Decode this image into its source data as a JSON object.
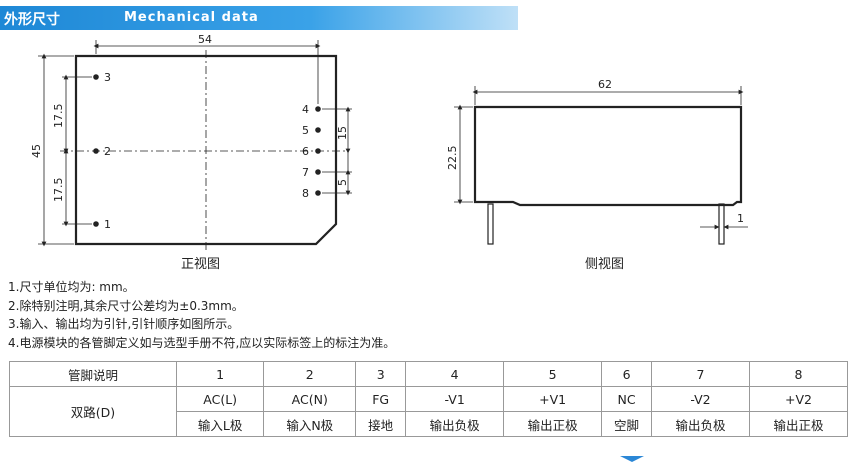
{
  "header": {
    "title_cn": "外形尺寸",
    "title_en": "Mechanical data"
  },
  "front_view": {
    "caption": "正视图",
    "dims": {
      "width": "54",
      "height": "45",
      "upper": "17.5",
      "lower": "17.5",
      "pin_span": "15",
      "pin_pitch": "5"
    },
    "left_pins": [
      "3",
      "2",
      "1"
    ],
    "right_pins": [
      "4",
      "5",
      "6",
      "7",
      "8"
    ]
  },
  "side_view": {
    "caption": "侧视图",
    "dims": {
      "length": "62",
      "height": "22.5",
      "pin": "1"
    }
  },
  "notes": [
    "1.尺寸单位均为: mm。",
    "2.除特别注明,其余尺寸公差均为±0.3mm。",
    "3.输入、输出均为引针,引针顺序如图所示。",
    "4.电源模块的各管脚定义如与选型手册不符,应以实际标签上的标注为准。"
  ],
  "pin_table": {
    "header_label": "管脚说明",
    "pins": [
      "1",
      "2",
      "3",
      "4",
      "5",
      "6",
      "7",
      "8"
    ],
    "row_label": "双路(D)",
    "signals": [
      "AC(L)",
      "AC(N)",
      "FG",
      "-V1",
      "+V1",
      "NC",
      "-V2",
      "+V2"
    ],
    "functions": [
      "输入L极",
      "输入N极",
      "接地",
      "输出负极",
      "输出正极",
      "空脚",
      "输出负极",
      "输出正极"
    ]
  },
  "colors": {
    "header_blue": "#1e88d6",
    "line": "#222222"
  }
}
